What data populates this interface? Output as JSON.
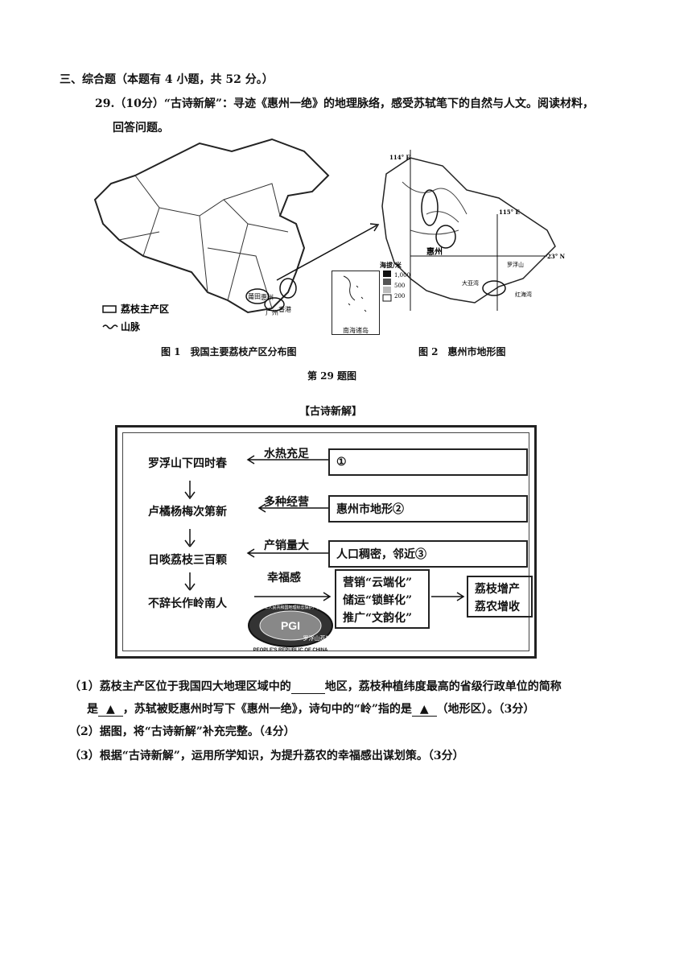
{
  "section_title": "三、综合题（本题有 4 小题，共 52 分。）",
  "question": {
    "line1": "29.（10分）“古诗新解”：寻迹《惠州一绝》的地理脉络，感受苏轼笔下的自然与人文。阅读材料，",
    "line2": "回答问题。"
  },
  "figure1": {
    "caption": "图 1　我国主要荔枝产区分布图",
    "legend_area": "荔枝主产区",
    "legend_mountain": "山脉",
    "inset_label": "南海诸岛",
    "map_labels": [
      "莆田",
      "惠州",
      "广州",
      "香港"
    ]
  },
  "figure2": {
    "caption": "图 2　惠州市地形图",
    "lon1": "114° E",
    "lon2": "115° E",
    "lat": "23° N",
    "legend_title": "海拔/米",
    "legend_values": [
      "1,000",
      "500",
      "200"
    ],
    "map_labels": [
      "惠州",
      "罗浮山",
      "大亚湾",
      "红海湾"
    ]
  },
  "figure_title": "第 29 题图",
  "frame_title": "【古诗新解】",
  "poem_lines": [
    "罗浮山下四时春",
    "卢橘杨梅次第新",
    "日啖荔枝三百颗",
    "不辞长作岭南人"
  ],
  "arrow_labels": [
    "水热充足",
    "多种经营",
    "产销量大",
    "幸福感"
  ],
  "boxes": [
    "①",
    "惠州市地形②",
    "人口稠密，邻近③"
  ],
  "marketing_box": [
    "营销“云端化”",
    "储运“锁鲜化”",
    "推广“文韵化”"
  ],
  "result_box": [
    "荔枝增产",
    "荔农增收"
  ],
  "seal": {
    "top_text": "中华人民共和国地理标志保护产品",
    "center": "PGI",
    "name": "罗浮山荔枝",
    "bottom_text": "PEOPLE'S REPUBLIC OF CHINA"
  },
  "sub_questions": {
    "q1_part1": "（1）荔枝主产区位于我国四大地理区域中的",
    "q1_part2": "地区，荔枝种植纬度最高的省级行政单位的简称",
    "q1_line2_a": "是",
    "q1_line2_b": "，苏轼被贬惠州时写下《惠州一绝》，诗句中的“岭”指的是",
    "q1_line2_c": "（地形区）。（3分）",
    "triangle": "▲",
    "q2": "（2）据图，将“古诗新解”补充完整。（4分）",
    "q3": "（3）根据“古诗新解”，运用所学知识，为提升荔农的幸福感出谋划策。（3分）"
  }
}
